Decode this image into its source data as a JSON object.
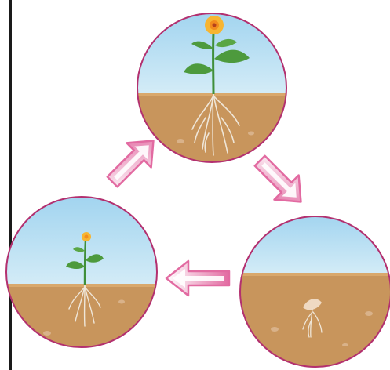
{
  "colors": {
    "sky_top": "#9fd3ef",
    "sky_bottom": "#cfe9f6",
    "soil": "#c8955c",
    "soil_line": "#d9a86c",
    "circle_border": "#b3306f",
    "arrow_pink": "#e26aa1",
    "stem_green": "#3f8f3a",
    "leaf_green": "#4d9a3d",
    "petal_yellow": "#f7b531",
    "root_color": "#efe6d8"
  },
  "stages": [
    {
      "id": "mature-plant",
      "icon": "flowering-plant-icon"
    },
    {
      "id": "seed",
      "icon": "germinating-seed-icon"
    },
    {
      "id": "young-plant",
      "icon": "young-plant-icon"
    }
  ],
  "arrows": [
    {
      "id": "arrow-mature-to-seed",
      "direction": "down-right"
    },
    {
      "id": "arrow-seed-to-young",
      "direction": "left"
    },
    {
      "id": "arrow-young-to-mature",
      "direction": "up-right"
    }
  ]
}
